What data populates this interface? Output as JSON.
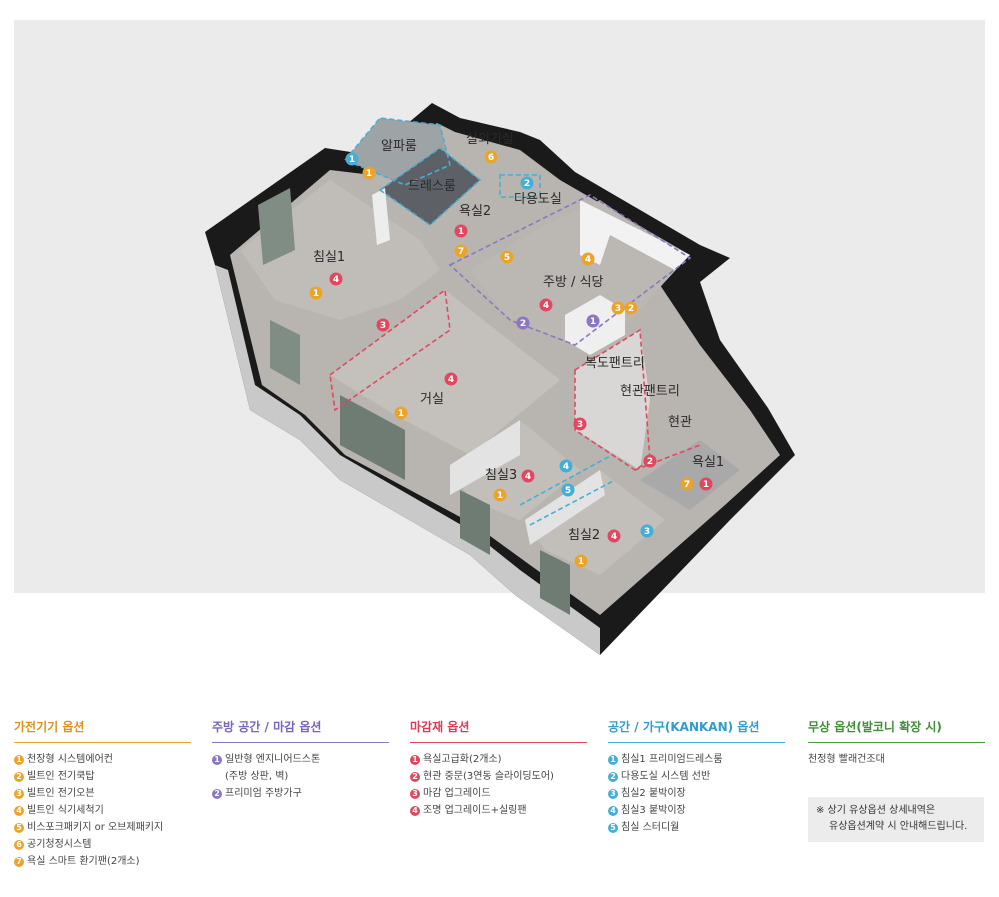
{
  "rooms": {
    "alpha_room": "알파룸",
    "outdoor_unit": "실외기실",
    "dress_room": "드레스룸",
    "bath2": "욕실2",
    "utility": "다용도실",
    "bedroom1": "침실1",
    "kitchen": "주방 / 식당",
    "food_pantry": "복도팬트리",
    "entrance_pantry": "현관팬트리",
    "entrance": "현관",
    "living": "거실",
    "bedroom3": "침실3",
    "bath1": "욕실1",
    "bedroom2": "침실2"
  },
  "colors": {
    "appliance": "#eba42b",
    "kitchen": "#8b76c0",
    "finish": "#e0485f",
    "space": "#45aed6",
    "free": "#4a9a42"
  },
  "markers": [
    {
      "n": "1",
      "cat": "space"
    },
    {
      "n": "1",
      "cat": "appliance"
    },
    {
      "n": "6",
      "cat": "appliance"
    },
    {
      "n": "2",
      "cat": "space"
    },
    {
      "n": "1",
      "cat": "finish"
    },
    {
      "n": "7",
      "cat": "appliance"
    },
    {
      "n": "5",
      "cat": "appliance"
    },
    {
      "n": "4",
      "cat": "appliance"
    },
    {
      "n": "4",
      "cat": "finish"
    },
    {
      "n": "1",
      "cat": "appliance"
    },
    {
      "n": "3",
      "cat": "finish"
    },
    {
      "n": "4",
      "cat": "finish"
    },
    {
      "n": "3",
      "cat": "appliance"
    },
    {
      "n": "2",
      "cat": "appliance"
    },
    {
      "n": "2",
      "cat": "kitchen"
    },
    {
      "n": "1",
      "cat": "kitchen"
    },
    {
      "n": "4",
      "cat": "finish"
    },
    {
      "n": "1",
      "cat": "appliance"
    },
    {
      "n": "3",
      "cat": "finish"
    },
    {
      "n": "4",
      "cat": "space"
    },
    {
      "n": "4",
      "cat": "finish"
    },
    {
      "n": "5",
      "cat": "space"
    },
    {
      "n": "1",
      "cat": "appliance"
    },
    {
      "n": "2",
      "cat": "finish"
    },
    {
      "n": "7",
      "cat": "appliance"
    },
    {
      "n": "1",
      "cat": "finish"
    },
    {
      "n": "4",
      "cat": "finish"
    },
    {
      "n": "3",
      "cat": "space"
    },
    {
      "n": "1",
      "cat": "appliance"
    }
  ],
  "legend": {
    "appliance": {
      "title": "가전기기 옵션",
      "items": [
        {
          "n": "1",
          "label": "천장형 시스템에어컨"
        },
        {
          "n": "2",
          "label": "빌트인 전기쿡탑"
        },
        {
          "n": "3",
          "label": "빌트인 전기오븐"
        },
        {
          "n": "4",
          "label": "빌트인 식기세척기"
        },
        {
          "n": "5",
          "label": "비스포크패키지 or 오브제패키지"
        },
        {
          "n": "6",
          "label": "공기청정시스템"
        },
        {
          "n": "7",
          "label": "욕실 스마트 환기팬(2개소)"
        }
      ]
    },
    "kitchen": {
      "title": "주방 공간 / 마감 옵션",
      "items": [
        {
          "n": "1",
          "label": "일반형 엔지니어드스톤"
        },
        {
          "n": "",
          "label": "(주방 상판, 벽)"
        },
        {
          "n": "2",
          "label": "프리미엄 주방가구"
        }
      ]
    },
    "finish": {
      "title": "마감재 옵션",
      "items": [
        {
          "n": "1",
          "label": "욕실고급화(2개소)"
        },
        {
          "n": "2",
          "label": "현관 중문(3연동 슬라이딩도어)"
        },
        {
          "n": "3",
          "label": "마감 업그레이드"
        },
        {
          "n": "4",
          "label": "조명 업그레이드+실링팬"
        }
      ]
    },
    "space": {
      "title": "공간 / 가구(KANKAN) 옵션",
      "items": [
        {
          "n": "1",
          "label": "침실1 프리미엄드레스룸"
        },
        {
          "n": "2",
          "label": "다용도실 시스템 선반"
        },
        {
          "n": "3",
          "label": "침실2 붙박이장"
        },
        {
          "n": "4",
          "label": "침실3 붙박이장"
        },
        {
          "n": "5",
          "label": "침실 스터디월"
        }
      ]
    },
    "free": {
      "title": "무상 옵션(발코니 확장 시)",
      "items": [
        {
          "n": "",
          "label": "천정형 빨래건조대"
        }
      ]
    }
  },
  "notice": {
    "line1": "※ 상기 유상옵션 상세내역은",
    "line2": "유상옵션계약 시 안내해드립니다."
  }
}
